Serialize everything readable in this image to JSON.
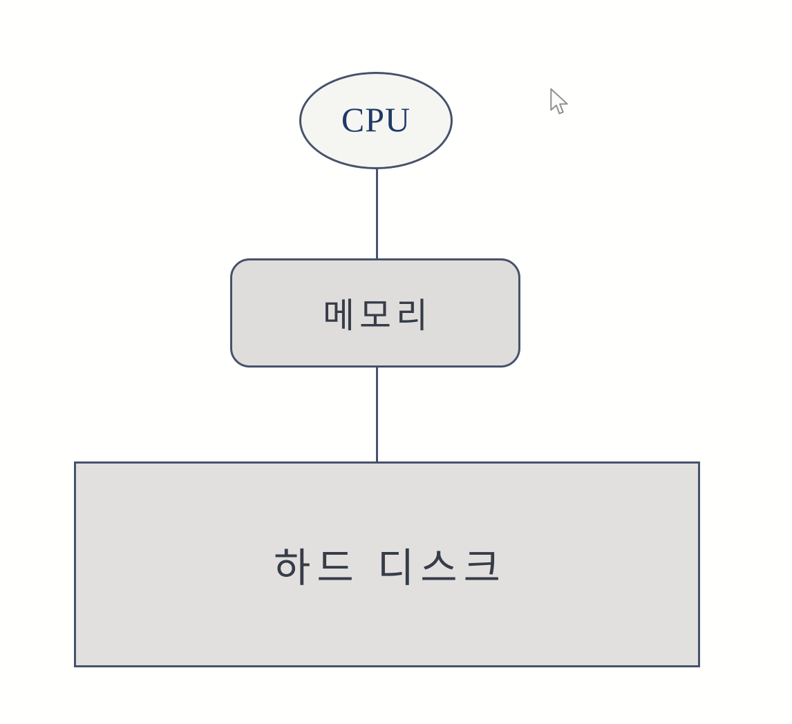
{
  "diagram": {
    "nodes": [
      {
        "id": "cpu",
        "shape": "ellipse",
        "label": "CPU"
      },
      {
        "id": "memory",
        "shape": "rounded-rect",
        "label": "메모리"
      },
      {
        "id": "hard-disk",
        "shape": "rect",
        "label": "하드 디스크"
      }
    ],
    "connectors": [
      {
        "from": "cpu",
        "to": "memory"
      },
      {
        "from": "memory",
        "to": "hard-disk"
      }
    ]
  },
  "cursor": {
    "icon": "arrow-pointer"
  },
  "colors": {
    "background": "#fffffe",
    "border": "#46516b",
    "ellipse_fill": "#f5f5f2",
    "memory_fill": "#dedddb",
    "disk_fill": "#e1e0de",
    "cpu_text": "#1e3a66",
    "korean_text": "#373c48",
    "cursor_stroke": "#8f8f8f",
    "cursor_fill": "#fcfcfb"
  }
}
